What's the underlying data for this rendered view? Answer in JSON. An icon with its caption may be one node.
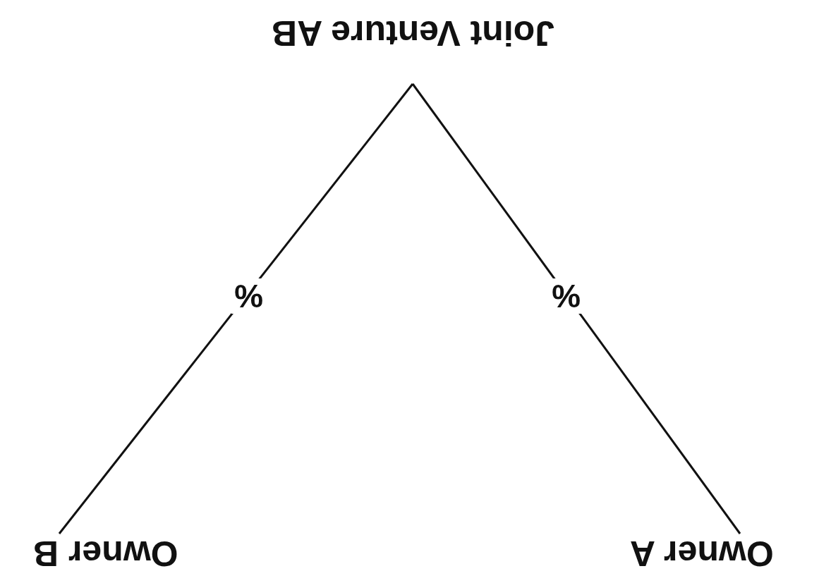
{
  "diagram": {
    "nodes": [
      {
        "text": [
          "Joint Venture AB"
        ]
      },
      {
        "text": [
          "Owner B"
        ]
      },
      {
        "text": [
          "Owner A"
        ]
      }
    ],
    "edges": [
      {
        "from": 1,
        "to": 0,
        "arrow": "none",
        "label": "%"
      },
      {
        "from": 2,
        "to": 0,
        "arrow": "none",
        "label": "%"
      }
    ]
  }
}
